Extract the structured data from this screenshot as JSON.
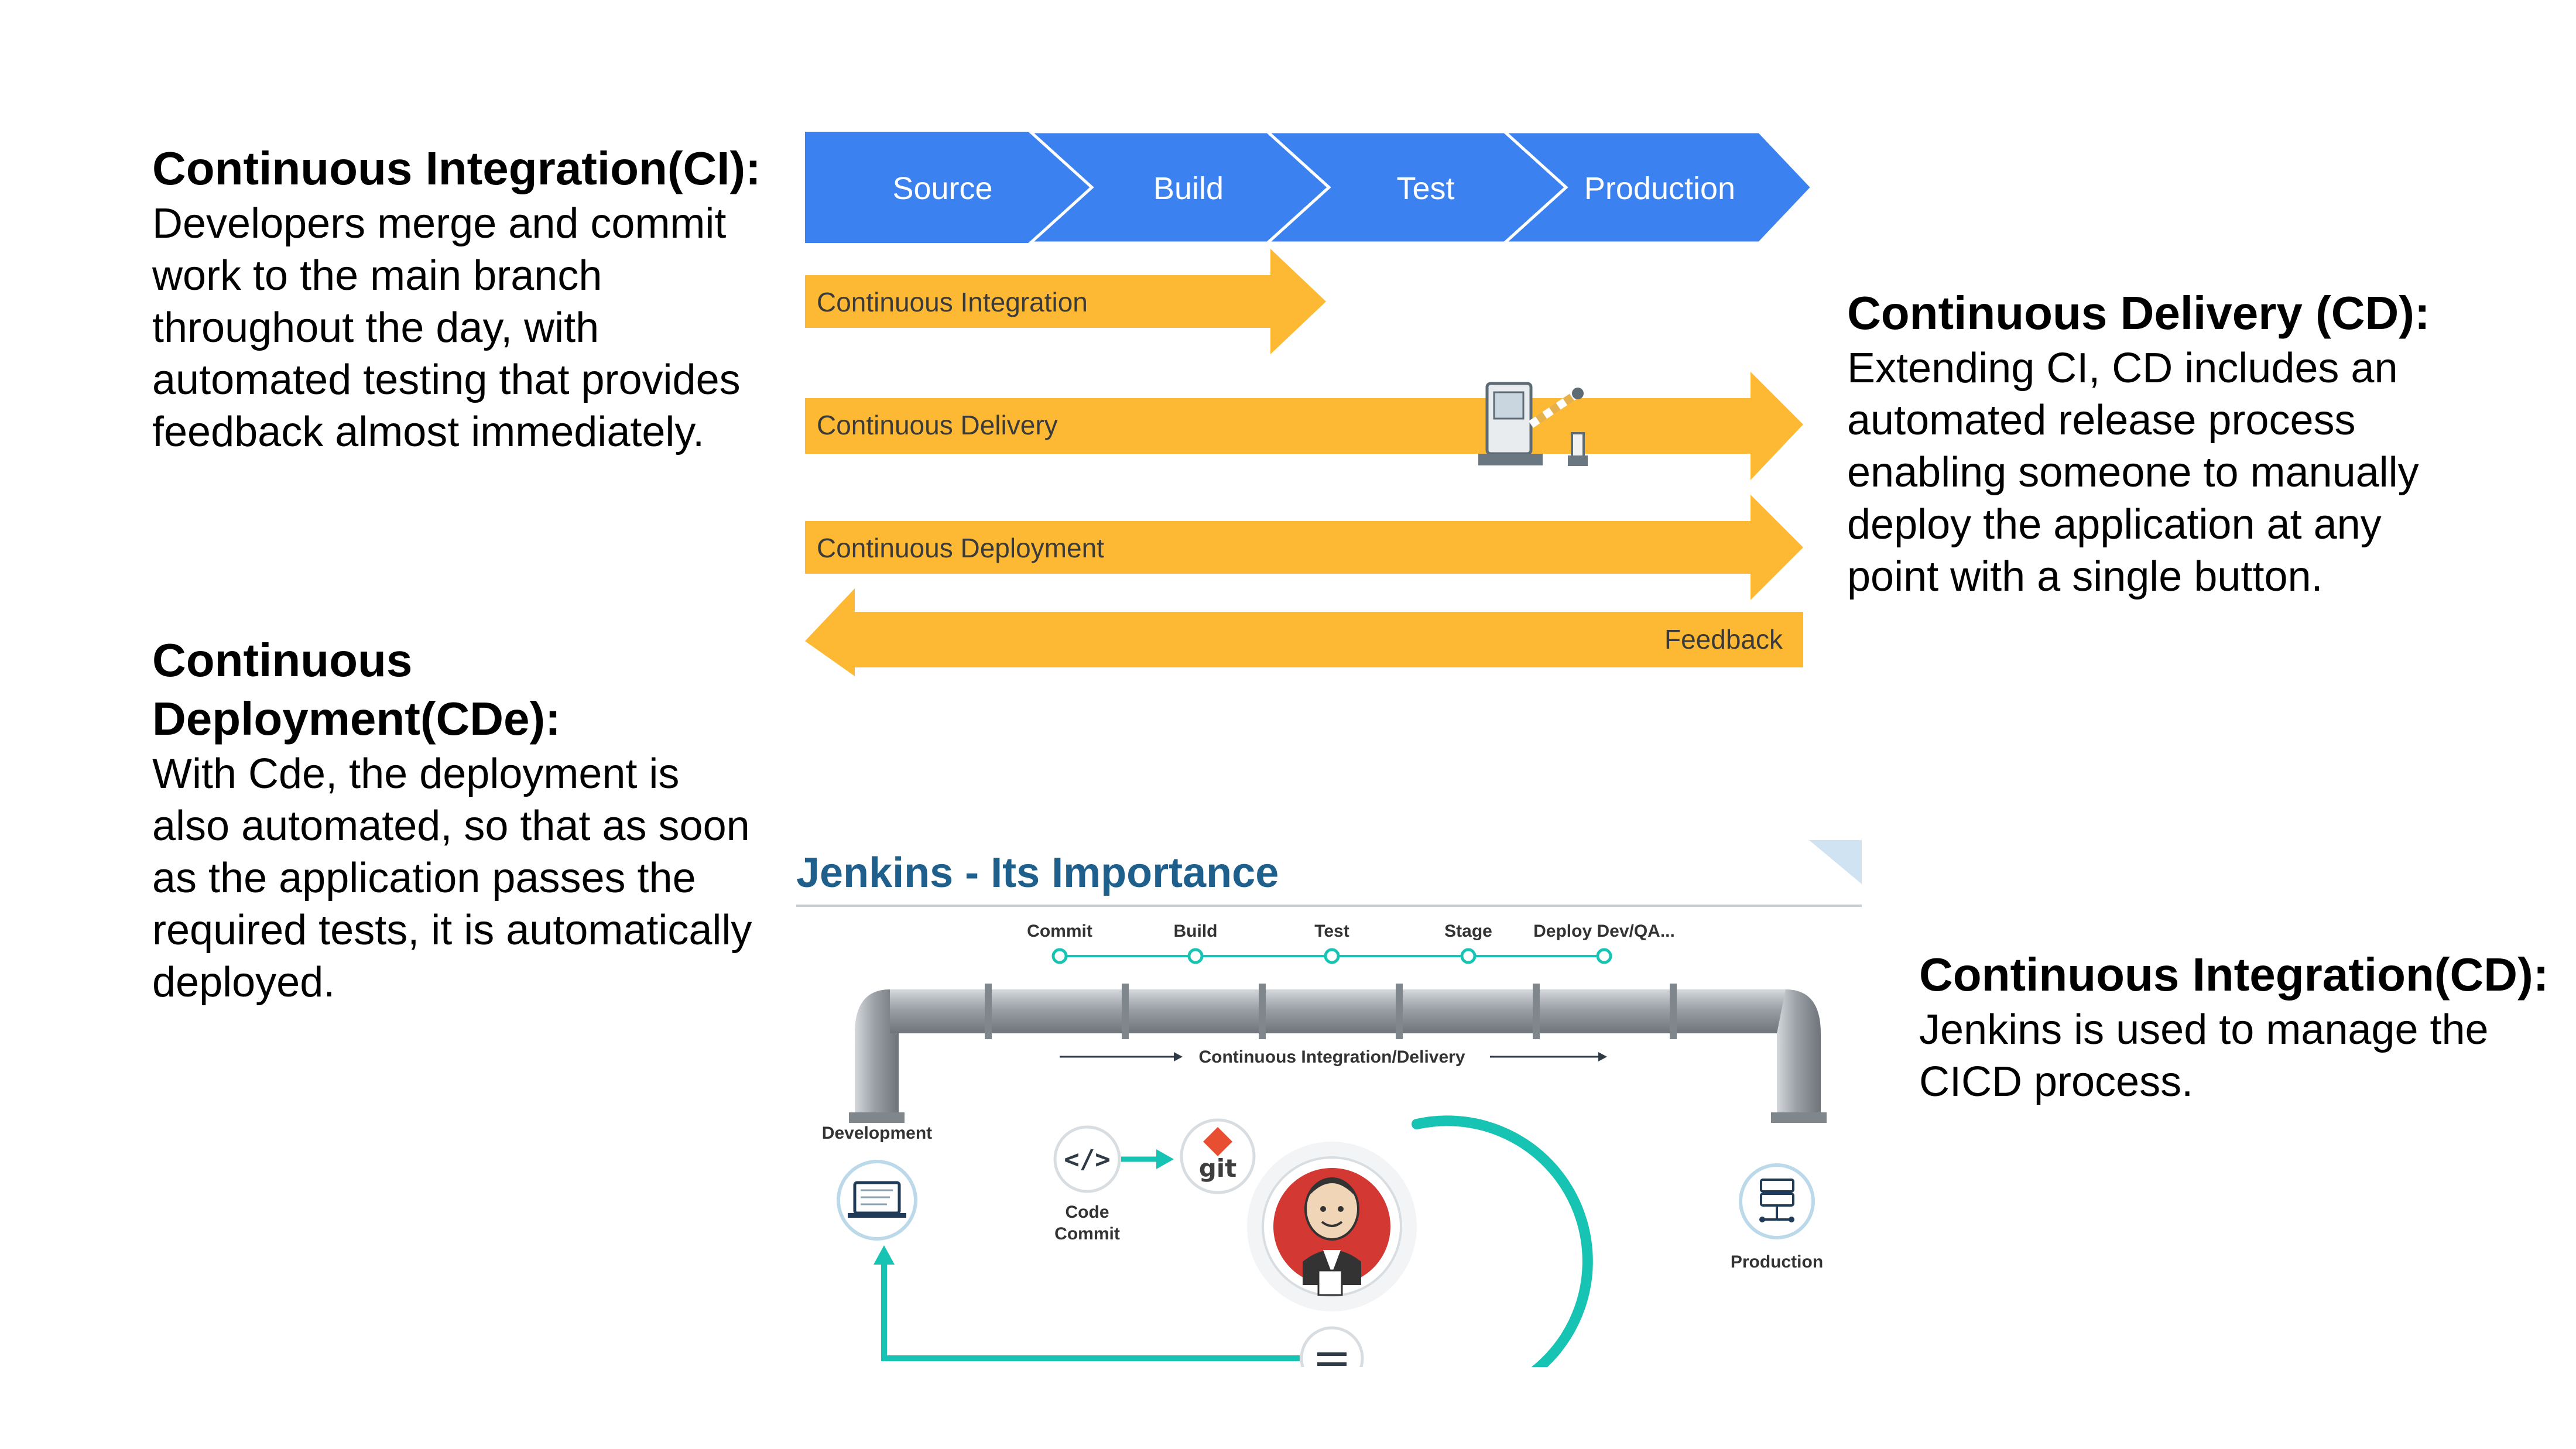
{
  "left_top": {
    "heading": "Continuous Integration(CI):",
    "body": "Developers merge and commit work to the main branch throughout the day, with automated testing that provides feedback almost immediately."
  },
  "left_bottom": {
    "heading": "Continuous Deployment(CDe):",
    "body": "With Cde, the deployment is also automated, so that as soon as the application passes the required tests, it is automatically deployed."
  },
  "right_top": {
    "heading": "Continuous Delivery (CD):",
    "body": "Extending CI, CD includes an automated release process enabling someone to manually deploy the application at any point with a single button."
  },
  "right_bottom": {
    "heading": "Continuous Integration(CD):",
    "body": "Jenkins is used to manage the CICD process."
  },
  "pipeline": {
    "stages": [
      "Source",
      "Build",
      "Test",
      "Production"
    ],
    "bars": {
      "ci": "Continuous Integration",
      "cd": "Continuous Delivery",
      "cde": "Continuous Deployment",
      "feedback": "Feedback"
    },
    "colors": {
      "stage": "#3b82f0",
      "bar": "#fdb933"
    }
  },
  "jenkins": {
    "title": "Jenkins - Its Importance",
    "steps": [
      "Commit",
      "Build",
      "Test",
      "Stage",
      "Deploy Dev/QA..."
    ],
    "flow_label": "Continuous Integration/Delivery",
    "development": "Development",
    "code_commit_line1": "Code",
    "code_commit_line2": "Commit",
    "git": "git",
    "production": "Production",
    "colors": {
      "accent": "#17c3b2",
      "title": "#1f5f8b"
    },
    "icons": [
      "laptop-icon",
      "code-icon",
      "git-icon",
      "jenkins-butler-icon",
      "server-icon"
    ]
  }
}
